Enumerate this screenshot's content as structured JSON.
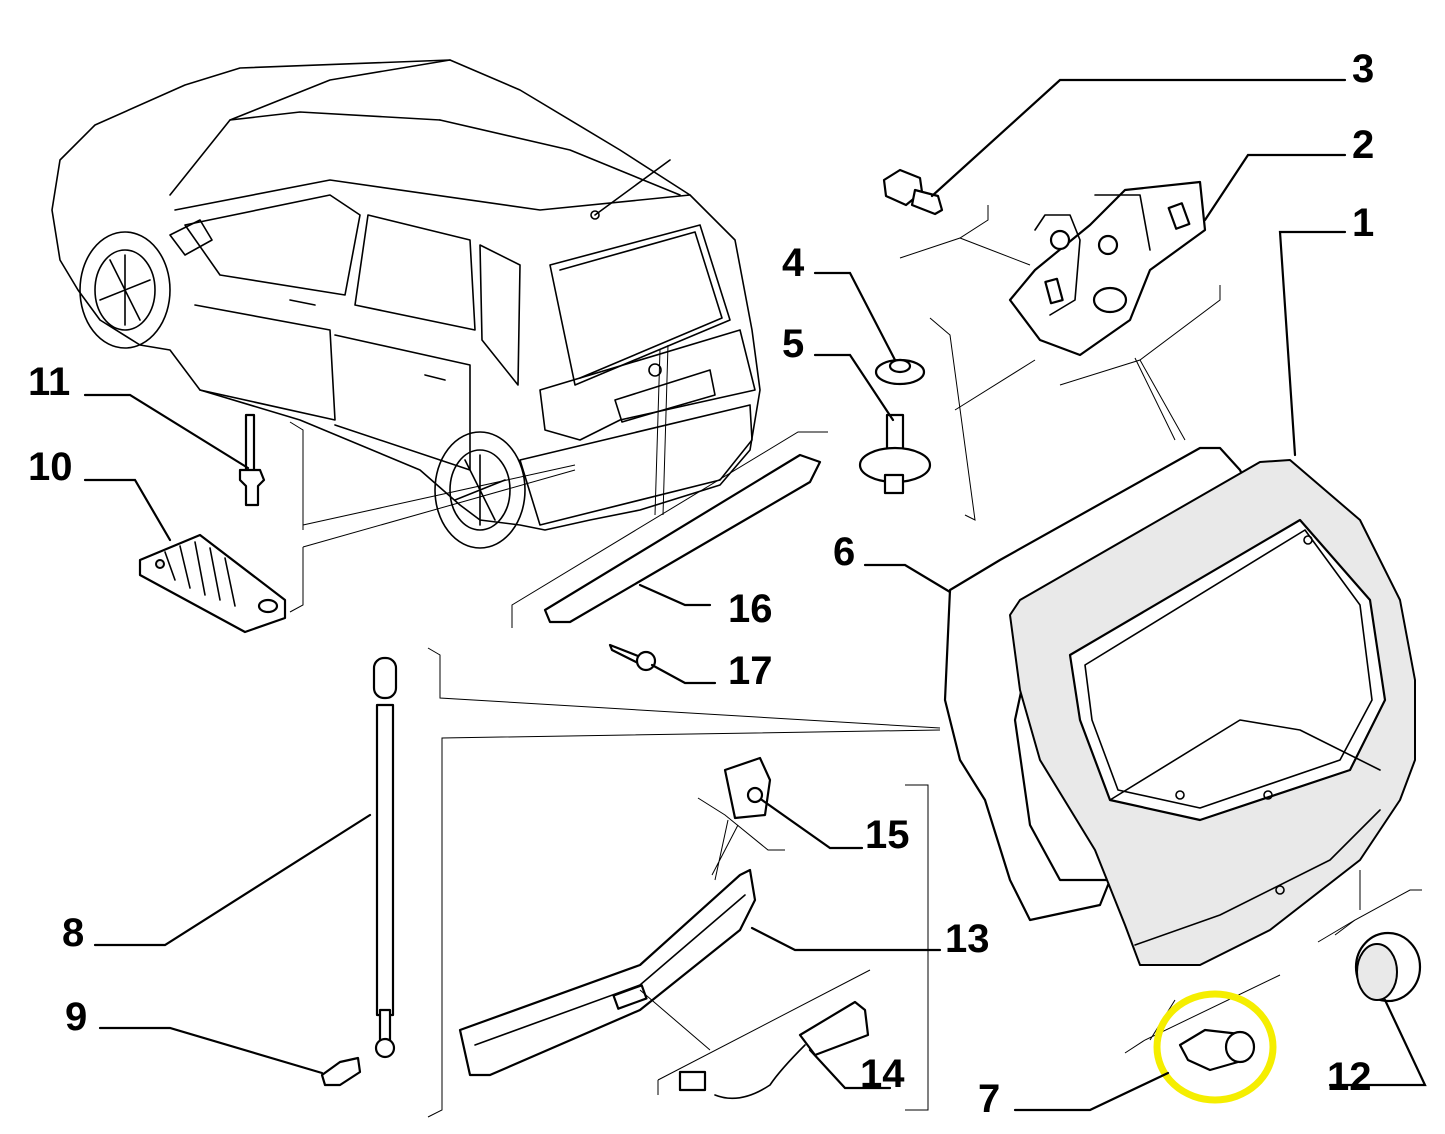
{
  "callouts": {
    "c1": "1",
    "c2": "2",
    "c3": "3",
    "c4": "4",
    "c5": "5",
    "c6": "6",
    "c7": "7",
    "c8": "8",
    "c9": "9",
    "c10": "10",
    "c11": "11",
    "c12": "12",
    "c13": "13",
    "c14": "14",
    "c15": "15",
    "c16": "16",
    "c17": "17"
  },
  "highlight": {
    "target": "7",
    "color": "#f5ee00"
  }
}
